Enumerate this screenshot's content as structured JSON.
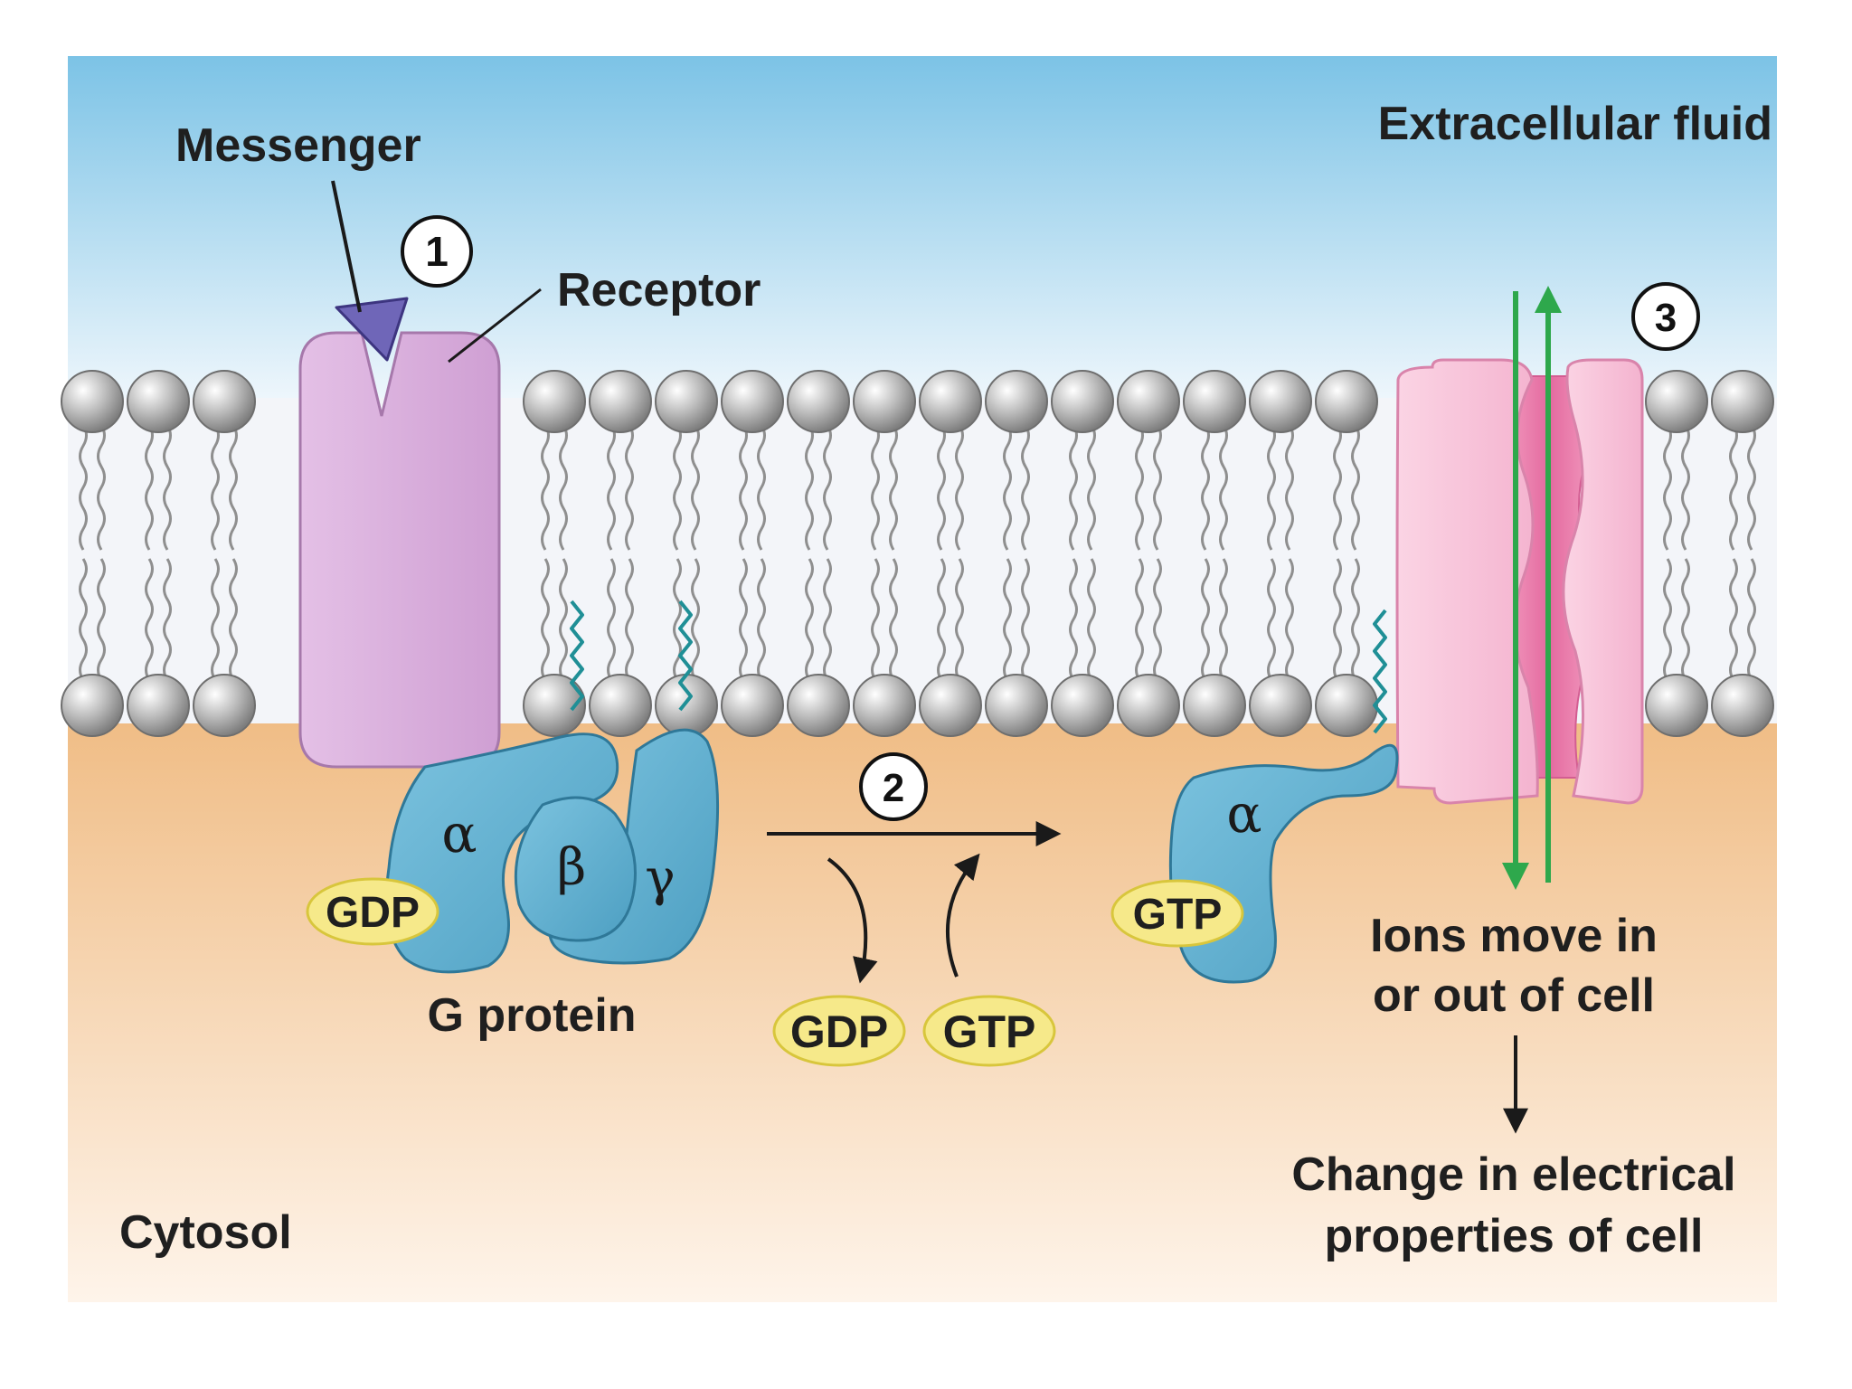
{
  "colors": {
    "extracellular_top": "#7cc3e6",
    "extracellular_bottom": "#f4f9fd",
    "cytosol_top": "#f0bd86",
    "cytosol_bottom": "#fef4ea",
    "lipid_head": "#a9a9a9",
    "receptor": "#d5a6d8",
    "messenger": "#6f66b8",
    "g_protein": "#5fb0cf",
    "nucleotide": "#f6e98a",
    "channel": "#f4b3cf",
    "channel_pore": "#e77aa8",
    "ion_arrow": "#2ea84c",
    "anchor": "#1f8f96"
  },
  "labels": {
    "extracellular": "Extracellular fluid",
    "cytosol": "Cytosol",
    "messenger": "Messenger",
    "receptor": "Receptor",
    "g_protein": "G protein",
    "ions": [
      "Ions move in",
      "or out of cell"
    ],
    "change": [
      "Change in electrical",
      "properties of cell"
    ]
  },
  "steps": [
    "1",
    "2",
    "3"
  ],
  "subunits": {
    "alpha": "α",
    "beta": "β",
    "gamma": "γ"
  },
  "nucleotides": {
    "bound_gdp": "GDP",
    "released_gdp": "GDP",
    "incoming_gtp": "GTP",
    "bound_gtp": "GTP"
  }
}
